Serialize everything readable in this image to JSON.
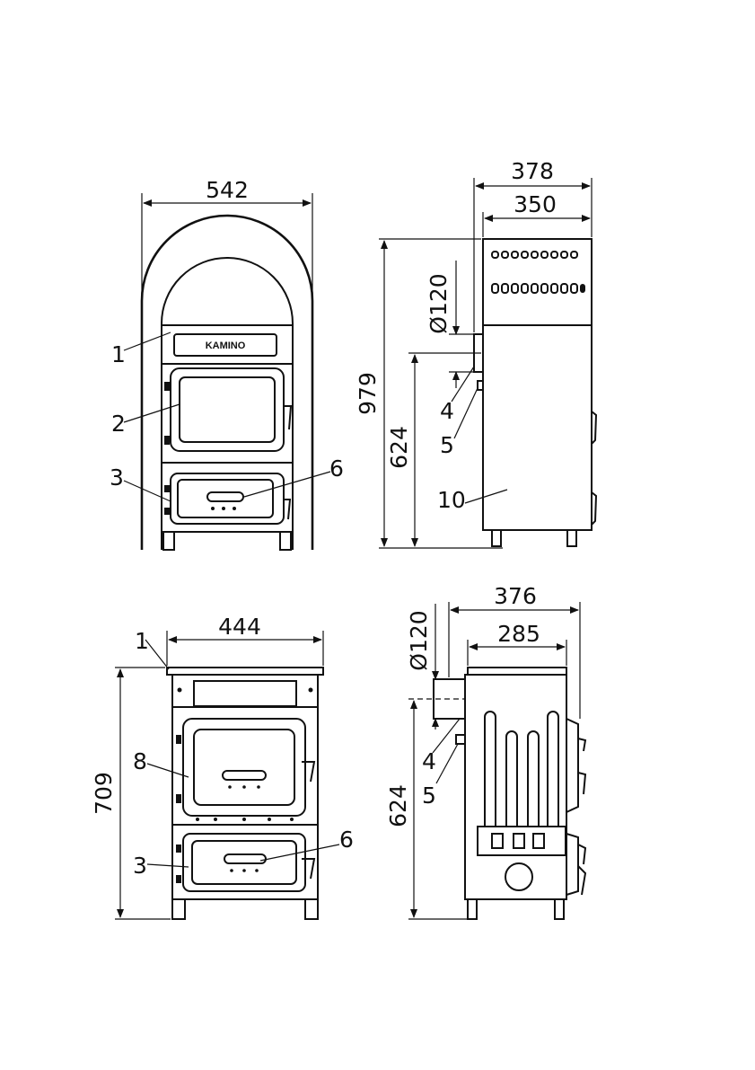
{
  "brand": "KAMINO",
  "views": {
    "front_top": {
      "dims": {
        "width": "542"
      },
      "callouts": [
        "1",
        "2",
        "3",
        "6"
      ]
    },
    "side_top": {
      "dims": {
        "depth_outer": "378",
        "depth_inner": "350",
        "height": "979",
        "flue_height": "624",
        "flue_diameter": "Ø120"
      },
      "callouts": [
        "4",
        "5",
        "10"
      ]
    },
    "front_bottom": {
      "dims": {
        "width": "444",
        "height": "709"
      },
      "callouts": [
        "1",
        "8",
        "3",
        "6"
      ]
    },
    "side_bottom": {
      "dims": {
        "depth_outer": "376",
        "depth_inner": "285",
        "flue_height": "624",
        "flue_diameter": "Ø120"
      },
      "callouts": [
        "4",
        "5"
      ]
    }
  }
}
